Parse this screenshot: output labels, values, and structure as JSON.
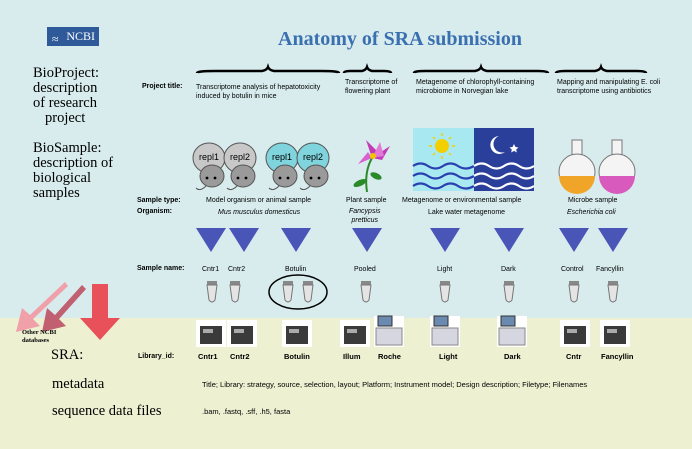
{
  "header": {
    "ncbi_logo": "NCBI",
    "title": "Anatomy of SRA submission"
  },
  "sections": {
    "bioproject": [
      "BioProject:",
      "description",
      "of  research",
      "project"
    ],
    "biosample": [
      "BioSample:",
      "description of",
      "biological",
      "samples"
    ],
    "sra": "SRA:",
    "metadata": "metadata",
    "sequence_files": "sequence data files",
    "other_ncbi": [
      "Other NCBI",
      "databases"
    ]
  },
  "row_labels": {
    "project_title": "Project title:",
    "sample_type": "Sample type:",
    "organism": "Organism:",
    "sample_name": "Sample name:",
    "library_id": "Library_id:"
  },
  "projects": [
    {
      "title": [
        "Transcriptome analysis of hepatotoxicity",
        "induced by botulin in mice"
      ]
    },
    {
      "title": [
        "Transcriptome of",
        "flowering plant"
      ]
    },
    {
      "title": [
        "Metagenome of chlorophyll-containing",
        "microbiome in Norvegian lake"
      ]
    },
    {
      "title": [
        "Mapping and manipulating E. coli",
        "transcriptome using antibiotics"
      ]
    }
  ],
  "sample_groups": [
    {
      "type": "Model organism or animal sample",
      "organism": "Mus musculus domesticus"
    },
    {
      "type": "Plant sample",
      "organism": [
        "Fancypsis",
        "pretticus"
      ]
    },
    {
      "type": "Metagenome or environmental sample",
      "organism": "Lake water metagenome"
    },
    {
      "type": "Microbe sample",
      "organism": "Escherichia coli"
    }
  ],
  "mouse_labels": [
    "repl1",
    "repl2",
    "repl1",
    "repl2"
  ],
  "sample_names": [
    "Cntr1",
    "Cntr2",
    "Botulin",
    "Pooled",
    "Light",
    "Dark",
    "Control",
    "Fancyllin"
  ],
  "library_ids": [
    "Cntr1",
    "Cntr2",
    "Botulin",
    "Illum",
    "Roche",
    "Light",
    "Dark",
    "Cntr",
    "Fancyllin"
  ],
  "metadata_fields": "Title; Library: strategy, source, selection, layout; Platform; Instrument model; Design description; Filetype; Filenames",
  "file_types": ".bam, .fastq, .sff, .h5, fasta",
  "colors": {
    "background_top": "#d8ecee",
    "background_bottom": "#eef0d2",
    "title_blue": "#3a6fb0",
    "triangle_blue": "#4a55b8",
    "arrow_red": "#e8505a",
    "arrow_pink": "#f0a0a8",
    "arrow_dark": "#c06070"
  }
}
